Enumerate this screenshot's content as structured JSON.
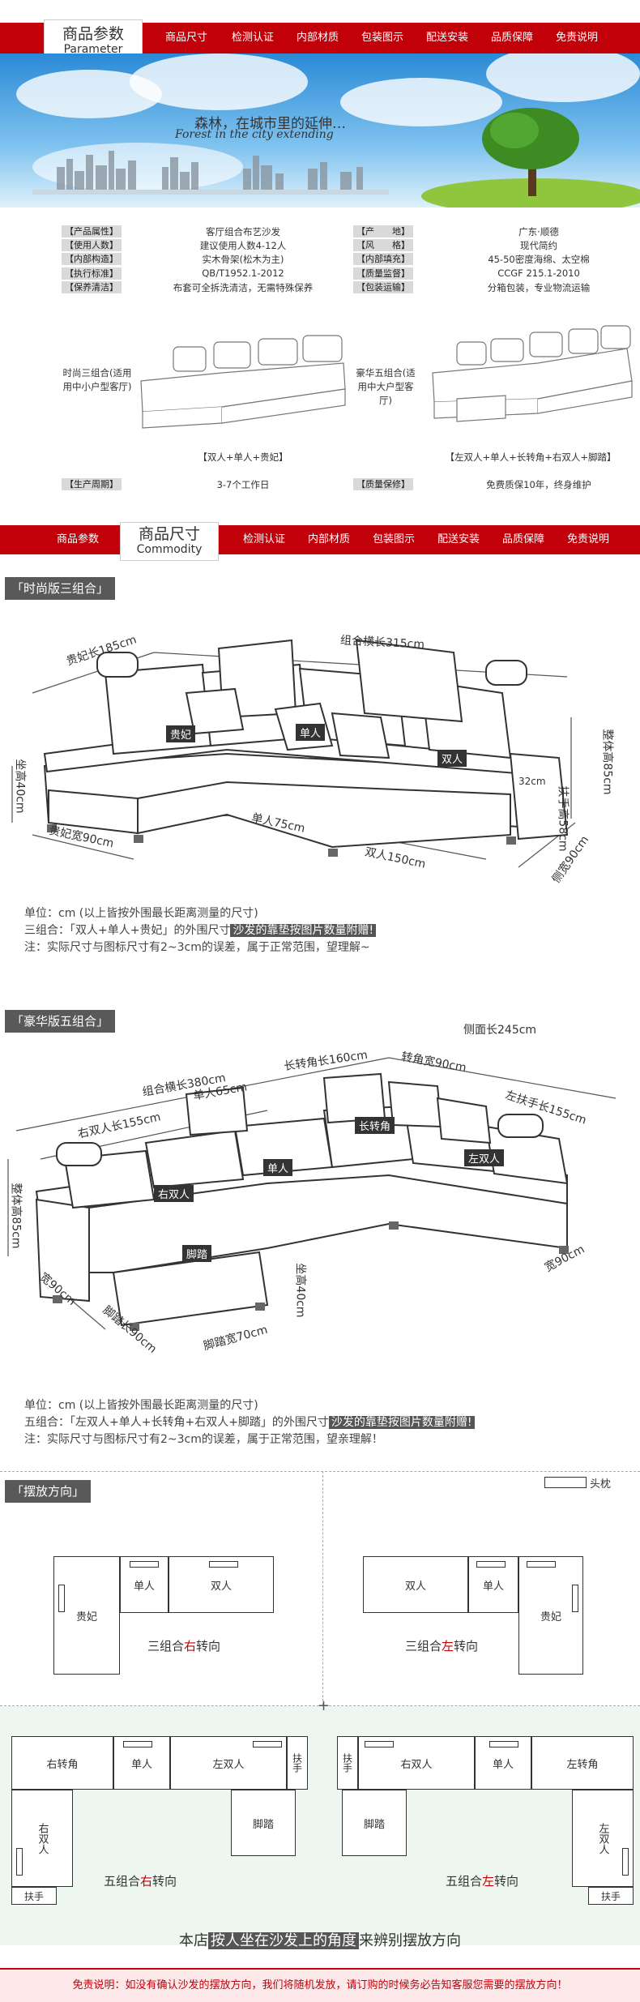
{
  "nav_top": {
    "tab_cn": "商品参数",
    "tab_en": "Parameter",
    "items": [
      "商品尺寸",
      "检测认证",
      "内部材质",
      "包装图示",
      "配送安装",
      "品质保障",
      "免责说明"
    ]
  },
  "hero": {
    "title": "森林，在城市里的延伸…",
    "subtitle": "Forest in the city extending"
  },
  "params": {
    "left": [
      {
        "tag": "【产品属性】",
        "value": "客厅组合布艺沙发"
      },
      {
        "tag": "【使用人数】",
        "value": "建议使用人数4-12人"
      },
      {
        "tag": "【内部构造】",
        "value": "实木骨架(松木为主)"
      },
      {
        "tag": "【执行标准】",
        "value": "QB/T1952.1-2012"
      },
      {
        "tag": "【保养清洁】",
        "value": "布套可全拆洗清洁，无需特殊保养"
      }
    ],
    "right": [
      {
        "tag": "【产　　地】",
        "value": "广东·顺德"
      },
      {
        "tag": "【风　　格】",
        "value": "现代简约"
      },
      {
        "tag": "【内部填充】",
        "value": "45-50密度海绵、太空棉"
      },
      {
        "tag": "【质量监督】",
        "value": "CCGF 215.1-2010"
      },
      {
        "tag": "【包装运输】",
        "value": "分箱包装，专业物流运输"
      }
    ],
    "combo_left_desc": "时尚三组合(适用用中小户型客厅)",
    "combo_right_desc": "豪华五组合(适用中大户型客厅)",
    "combo_left_parts": "【双人+单人+贵妃】",
    "combo_right_parts": "【左双人+单人+长转角+右双人+脚踏】",
    "prod_tag": "【生产周期】",
    "prod_value": "3-7个工作日",
    "warranty_tag": "【质量保修】",
    "warranty_value": "免费质保10年，终身维护"
  },
  "nav_mid": {
    "tab_cn": "商品尺寸",
    "tab_en": "Commodity",
    "items": [
      "商品参数",
      "检测认证",
      "内部材质",
      "包装图示",
      "配送安装",
      "品质保障",
      "免责说明"
    ]
  },
  "three": {
    "label": "「时尚版三组合」",
    "dims": {
      "total_len": "组合横长315cm",
      "chaise_len": "贵妃长185cm",
      "seat_h": "坐高40cm",
      "chaise_w": "贵妃宽90cm",
      "single_len": "单人75cm",
      "double_len": "双人150cm",
      "arm_w": "32cm",
      "arm_h": "扶手高58cm",
      "side_w": "侧宽90cm",
      "total_h": "整体高85cm"
    },
    "parts": {
      "chaise": "贵妃",
      "single": "单人",
      "double": "双人"
    },
    "note1": "单位：cm (以上皆按外围最长距离测量的尺寸)",
    "note2a": "三组合：「双人+单人+贵妃」的外围尺寸",
    "note2b": "沙发的靠垫按图片数量附赠!",
    "note3": "注：实际尺寸与图标尺寸有2~3cm的误差，属于正常范围，望理解~"
  },
  "five": {
    "label": "「豪华版五组合」",
    "dims": {
      "total_len": "组合横长380cm",
      "side_len": "侧面长245cm",
      "long_corner": "长转角长160cm",
      "corner_w": "转角宽90cm",
      "single_len": "单人65cm",
      "right_double": "右双人长155cm",
      "left_arm": "左扶手长155cm",
      "total_h": "整体高85cm",
      "w90": "宽90cm",
      "stool_len": "脚踏长90cm",
      "stool_w": "脚踏宽70cm",
      "seat_h": "坐高40cm",
      "w90b": "宽90cm"
    },
    "parts": {
      "right_double": "右双人",
      "single": "单人",
      "long_corner": "长转角",
      "left_double": "左双人",
      "stool": "脚踏"
    },
    "note1": "单位：cm (以上皆按外围最长距离测量的尺寸)",
    "note2a": "五组合：「左双人+单人+长转角+右双人+脚踏」的外围尺寸",
    "note2b": "沙发的靠垫按图片数量附赠!",
    "note3": "注：实际尺寸与图标尺寸有2~3cm的误差，属于正常范围，望亲理解！"
  },
  "placement": {
    "label": "「摆放方向」",
    "legend": "头枕",
    "q1": {
      "single": "单人",
      "double": "双人",
      "chaise": "贵妃",
      "cap_a": "三组合",
      "cap_b": "右",
      "cap_c": "转向"
    },
    "q2": {
      "double": "双人",
      "single": "单人",
      "chaise": "贵妃",
      "cap_a": "三组合",
      "cap_b": "左",
      "cap_c": "转向"
    },
    "q3": {
      "corner": "右转角",
      "single": "单人",
      "left_double": "左双人",
      "arm": "扶手",
      "right_double": "右双人",
      "stool": "脚踏",
      "arm2": "扶手",
      "cap_a": "五组合",
      "cap_b": "右",
      "cap_c": "转向"
    },
    "q4": {
      "arm": "扶手",
      "right_double": "右双人",
      "single": "单人",
      "corner": "左转角",
      "stool": "脚踏",
      "left_double": "左双人",
      "arm2": "扶手",
      "cap_a": "五组合",
      "cap_b": "左",
      "cap_c": "转向"
    },
    "bottom_a": "本店",
    "bottom_b": "按人坐在沙发上的角度",
    "bottom_c": "来辨别摆放方向"
  },
  "footer": "免责说明：如没有确认沙发的摆放方向，我们将随机发放，请订购的时候务必告知客服您需要的摆放方向！"
}
